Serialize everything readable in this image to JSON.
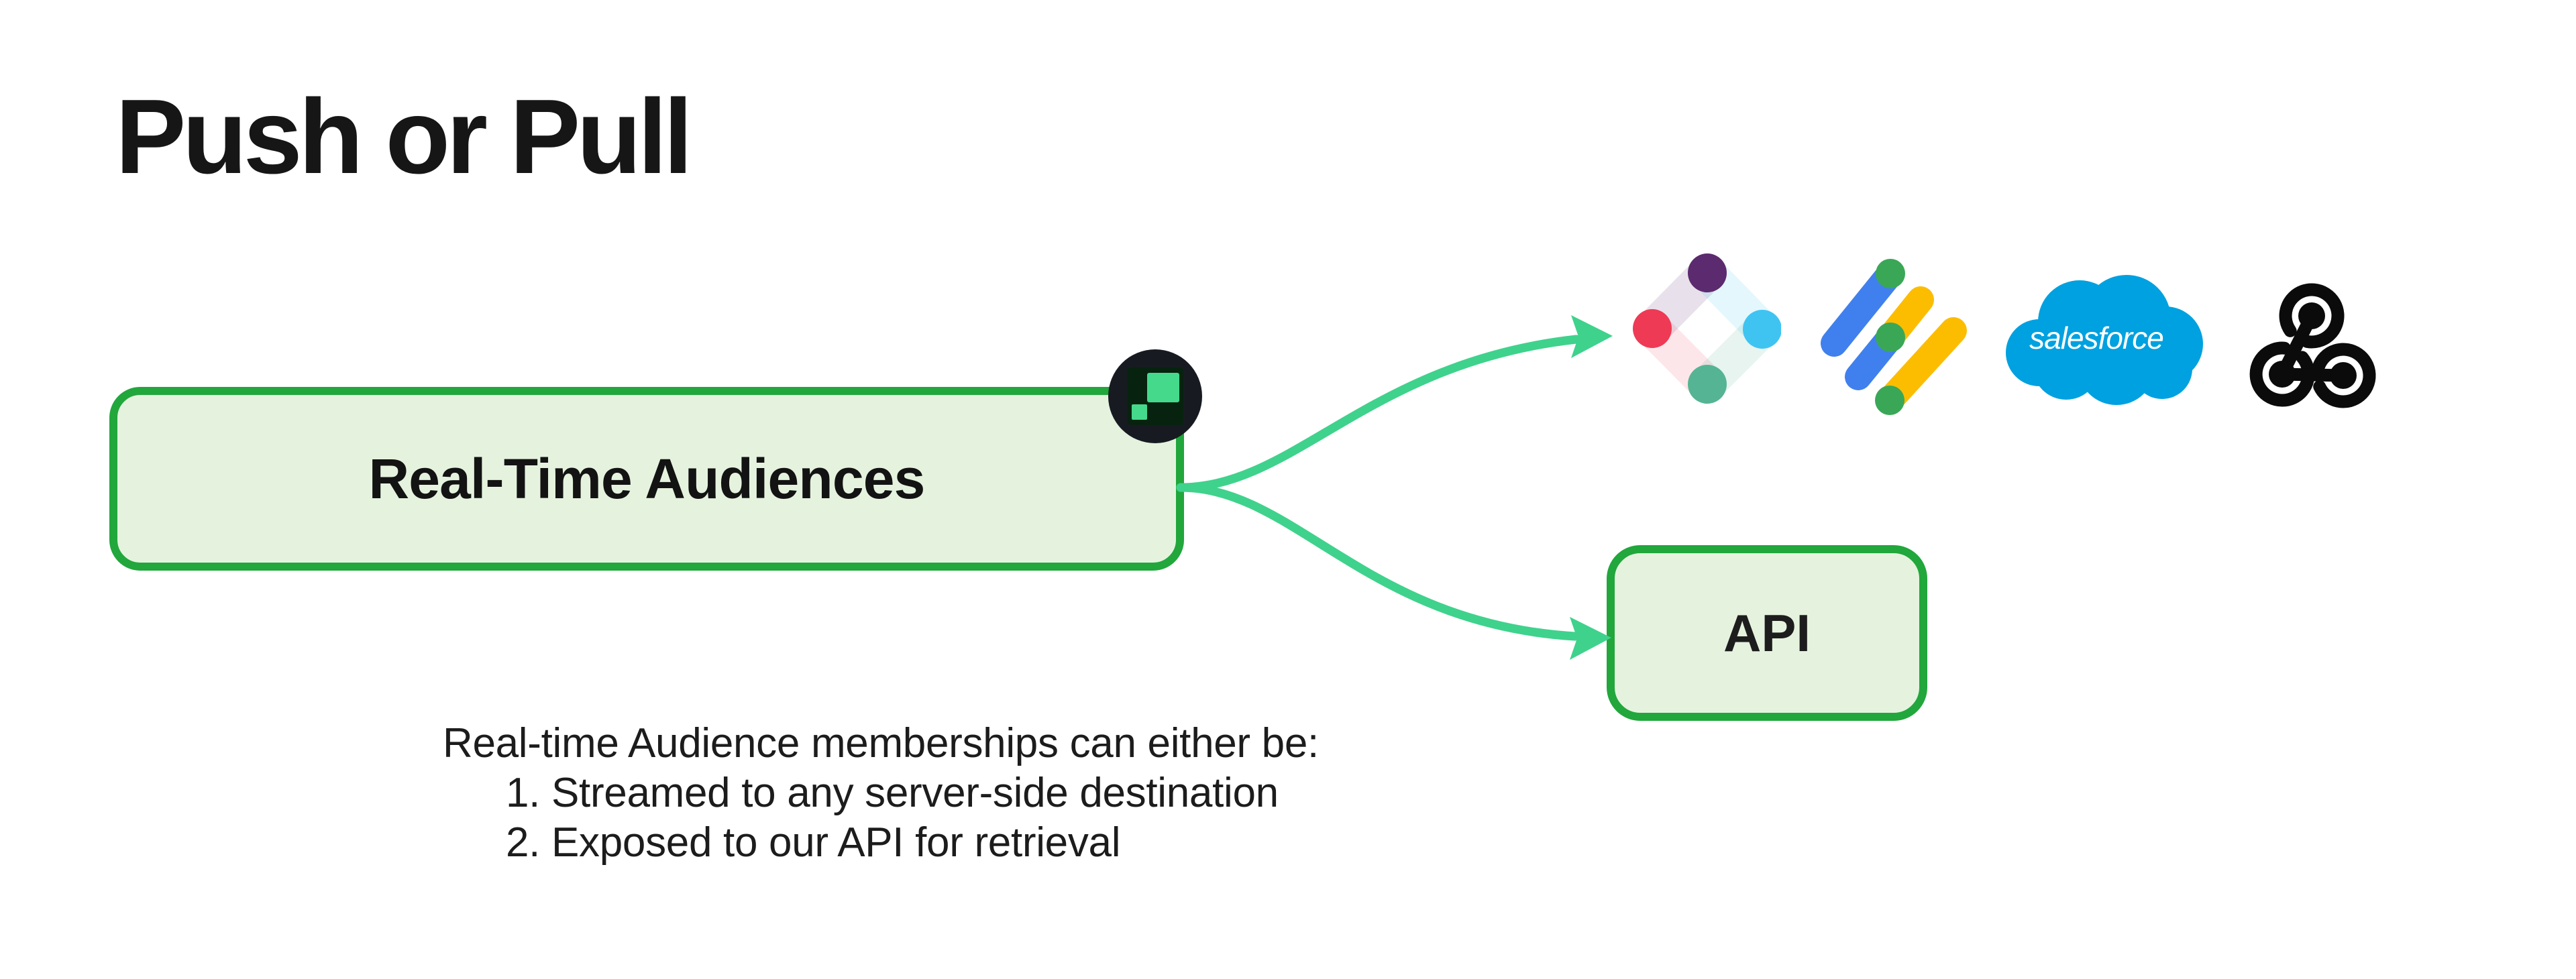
{
  "page": {
    "background": "#ffffff"
  },
  "header": {
    "title": "Push or Pull"
  },
  "diagram": {
    "source_box": {
      "label": "Real-Time Audiences"
    },
    "source_badge_icon": "hightouch-logo",
    "api_box": {
      "label": "API"
    },
    "salesforce_label": "salesforce",
    "destination_icons": [
      "iterable-logo",
      "google-ad-manager-logo",
      "salesforce-logo",
      "webhook-logo"
    ]
  },
  "notes": {
    "intro": "Real-time Audience memberships can either be:",
    "items": [
      "1. Streamed to any server-side destination",
      "2. Exposed to our API for retrieval"
    ]
  },
  "colors": {
    "box_fill": "#e5f3de",
    "box_border": "#21a73c",
    "arrow_green": "#3fd28c",
    "badge_bg": "#171b21",
    "badge_inner_bg": "#07230f",
    "badge_green": "#45d98c",
    "iterable_purple": "#5c2a6e",
    "iterable_red": "#ee3a55",
    "iterable_blue": "#3fc4f2",
    "iterable_teal": "#55b494",
    "gam_blue": "#4080ee",
    "gam_yellow": "#fcbd00",
    "gam_green": "#3aa757",
    "salesforce_blue": "#00a1e0",
    "webhook_black": "#0b0b0b",
    "ink": "#161616"
  }
}
